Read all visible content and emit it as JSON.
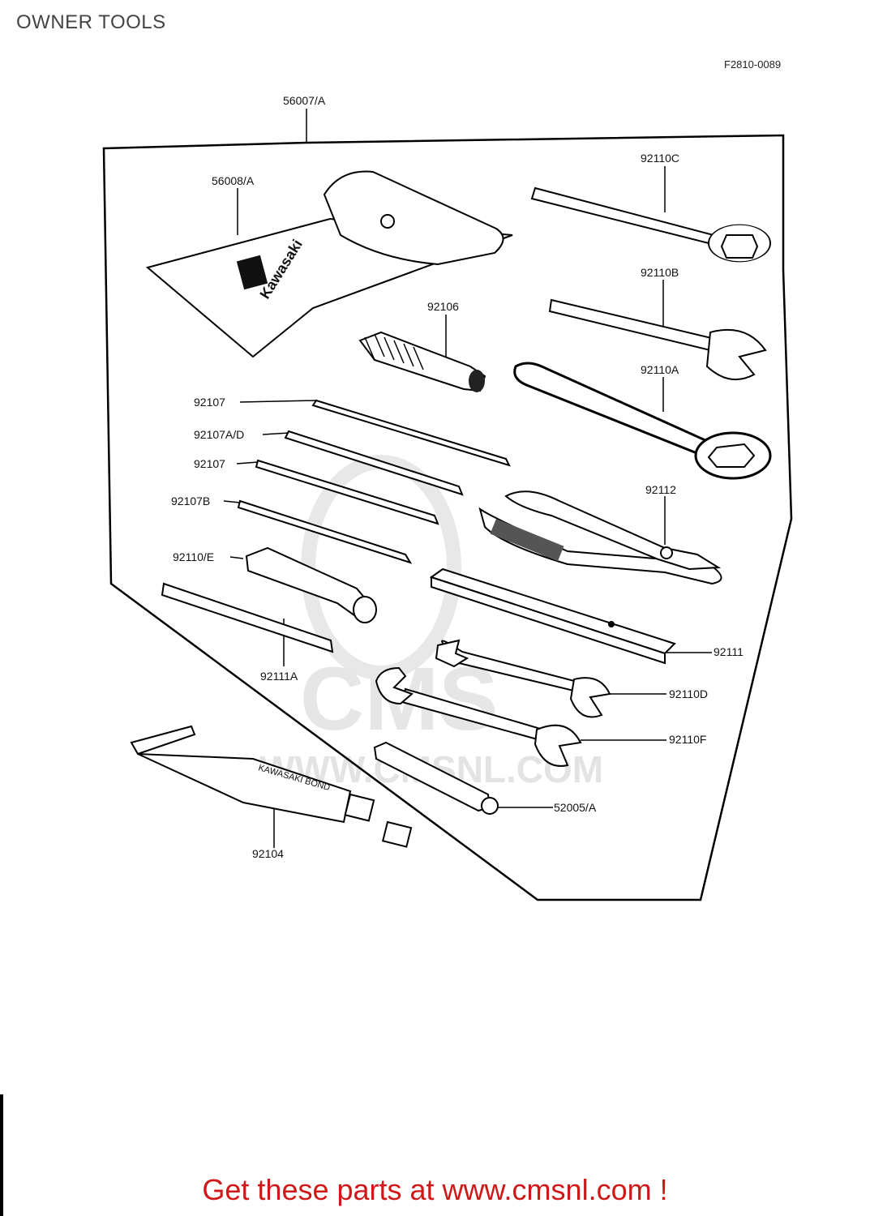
{
  "header": {
    "title": "OWNER TOOLS",
    "figure_code": "F2810-0089"
  },
  "parts": {
    "case": "56007/A",
    "pouch": "56008/A",
    "wrench_c": "92110C",
    "wrench_b": "92110B",
    "handle": "92106",
    "wrench_a": "92110A",
    "screwdriver_1": "92107",
    "screwdriver_ad": "92107A/D",
    "screwdriver_2": "92107",
    "screwdriver_b": "92107B",
    "pliers": "92112",
    "socket_e": "92110/E",
    "bar": "92111",
    "rod": "92111A",
    "wrench_d": "92110D",
    "wrench_f": "92110F",
    "tube": "92104",
    "spark_tool": "52005/A"
  },
  "pouch_brand": "Kawasaki",
  "tube_text": "KAWASAKI BOND",
  "watermark": {
    "site": "WWW.CMSNL.COM",
    "logo": "CMS"
  },
  "footer": {
    "link_text": "Get these parts at www.cmsnl.com !"
  },
  "colors": {
    "accent": "#d01818",
    "ink": "#111111"
  }
}
